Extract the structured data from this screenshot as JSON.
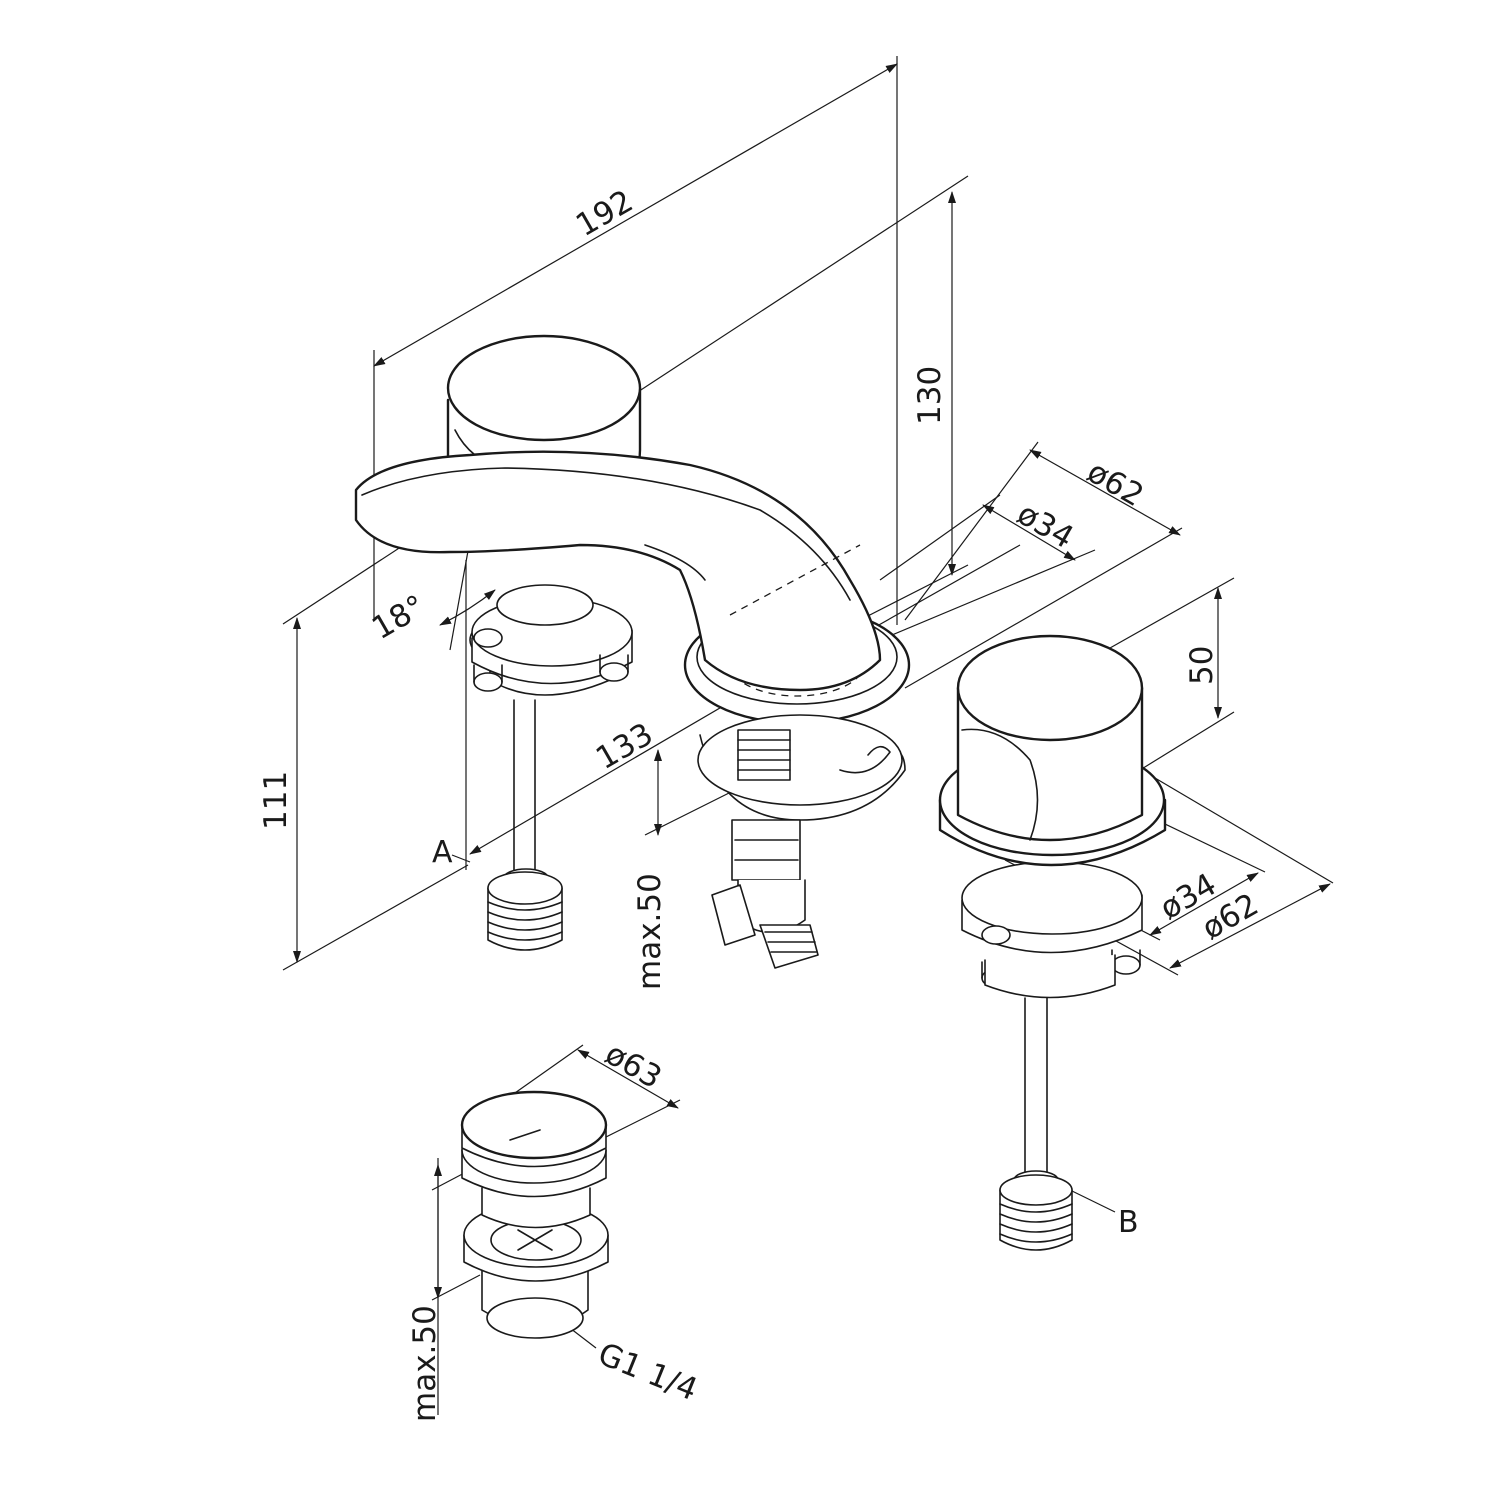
{
  "colors": {
    "line": "#1a1a1a",
    "background": "#ffffff"
  },
  "dimensions": {
    "overall_length": "192",
    "spout_height": "130",
    "spout_reach": "133",
    "height_111": "111",
    "angle": "18°",
    "spout_base_dia_outer": "ø62",
    "spout_base_dia_inner": "ø34",
    "right_handle_height": "50",
    "right_handle_dia_inner": "ø34",
    "right_handle_dia_outer": "ø62",
    "spout_max_thickness": "max.50",
    "drain_dia": "ø63",
    "drain_max_thickness": "max.50",
    "drain_thread": "G1 1/4"
  },
  "labels": {
    "connection_a": "A",
    "connection_b": "B"
  }
}
